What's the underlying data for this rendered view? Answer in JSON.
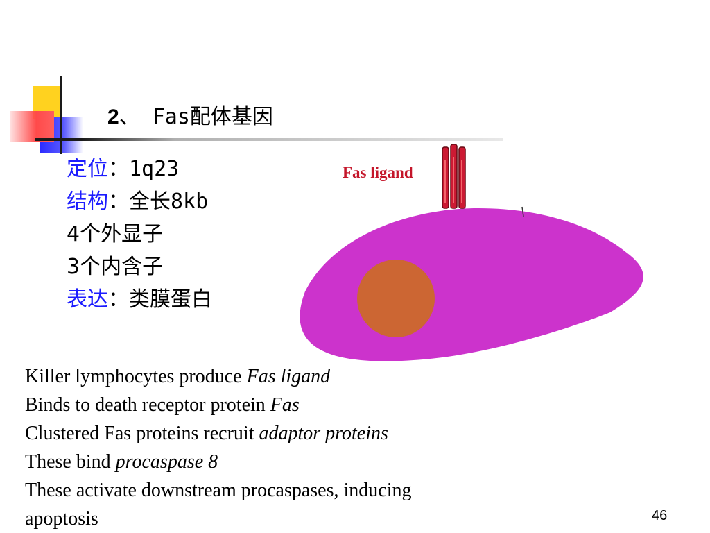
{
  "slide": {
    "title_number": "2",
    "title_text": "、 Fas配体基因",
    "info": [
      {
        "key": "定位",
        "value": "：1q23"
      },
      {
        "key": "结构",
        "value": "：全长8kb"
      },
      {
        "key": "",
        "value": "4个外显子"
      },
      {
        "key": "",
        "value": "3个内含子"
      },
      {
        "key": "表达",
        "value": "：类膜蛋白"
      }
    ],
    "figure": {
      "label": "Fas ligand",
      "cell_color": "#cc33cc",
      "nucleus_color": "#cc6633",
      "ligand_color": "#cc1a33"
    },
    "description": [
      {
        "plain": "Killer lymphocytes produce ",
        "italic": "Fas ligand"
      },
      {
        "plain": "Binds to death receptor protein ",
        "italic": "Fas"
      },
      {
        "plain": "Clustered Fas proteins recruit ",
        "italic": "adaptor proteins"
      },
      {
        "plain": "These bind ",
        "italic": "procaspase 8"
      },
      {
        "plain": "These activate downstream procaspases, inducing",
        "italic": ""
      },
      {
        "plain": "apoptosis",
        "italic": ""
      }
    ],
    "page_number": "46"
  }
}
